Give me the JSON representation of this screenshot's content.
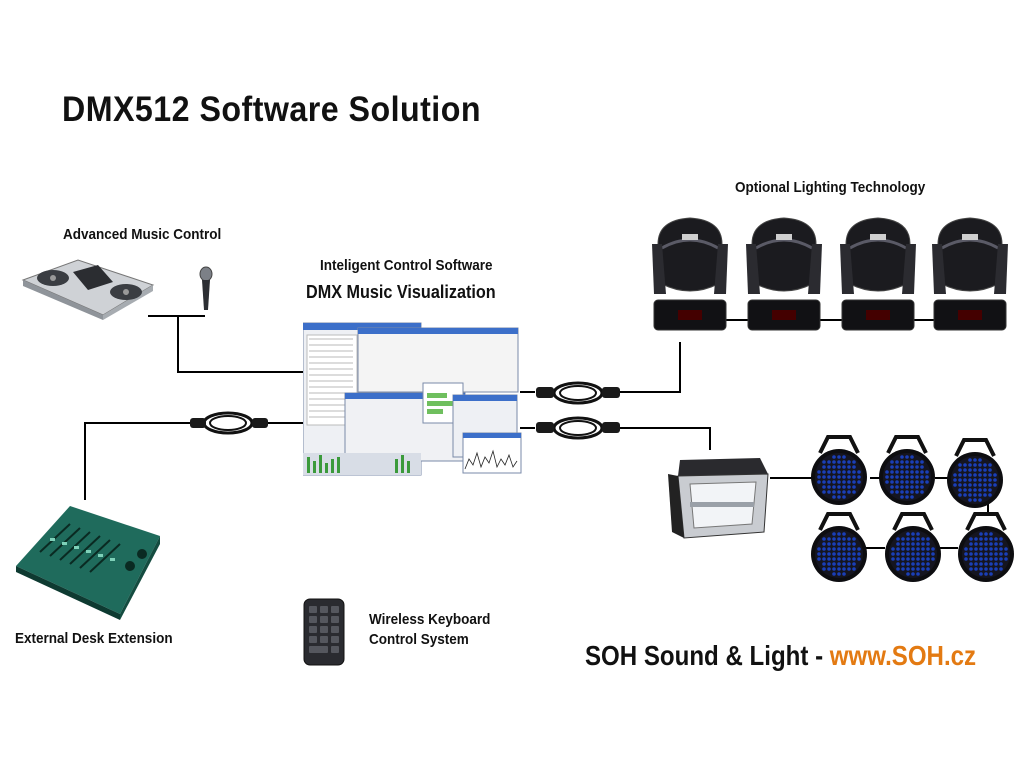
{
  "title": "DMX512 Software Solution",
  "labels": {
    "optional_lighting": "Optional Lighting Technology",
    "advanced_music": "Advanced Music Control",
    "software_line1": "Inteligent Control Software",
    "software_line2": "DMX Music Visualization",
    "external_desk": "External Desk Extension",
    "wireless_line1": "Wireless Keyboard",
    "wireless_line2": "Control System"
  },
  "footer": {
    "brand": "SOH Sound & Light - ",
    "url": "www.SOH.cz"
  },
  "colors": {
    "accent": "#e37a12",
    "text": "#111111",
    "wire": "#000000",
    "desk": "#1f6b5c",
    "led_blue": "#1a3fb8"
  },
  "icons": [
    "cdj-mixer-icon",
    "microphone-icon",
    "software-screenshot",
    "moving-head-icon",
    "par-can-icon",
    "strobe-icon",
    "dmx-cable-icon",
    "lighting-desk-icon",
    "wireless-keypad-icon"
  ]
}
